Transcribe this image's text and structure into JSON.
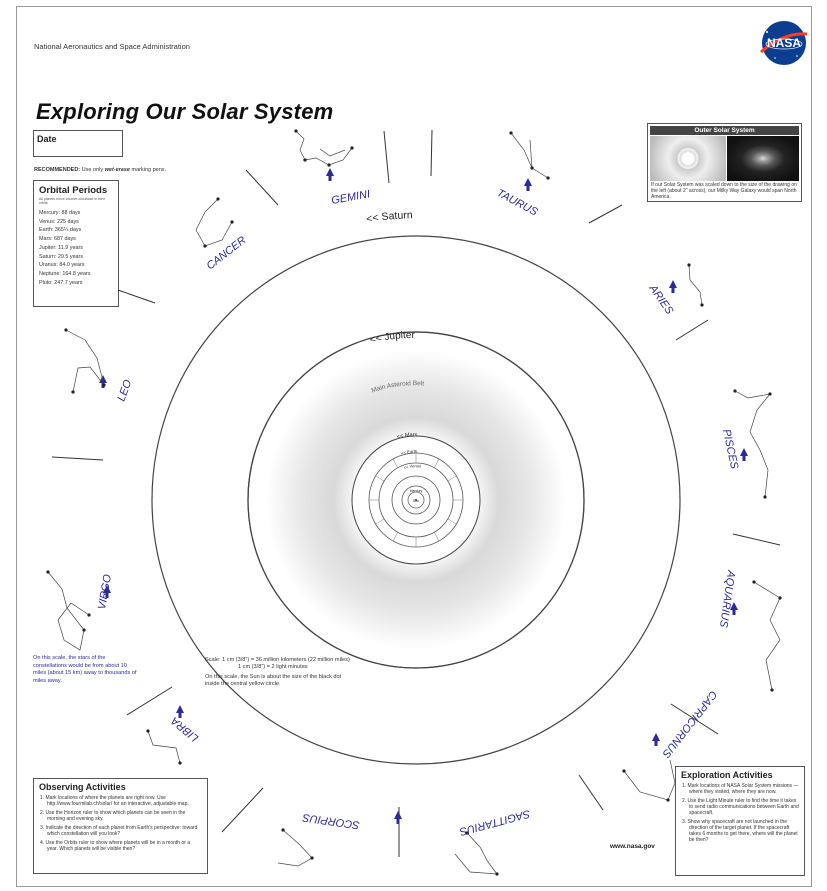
{
  "header": {
    "agency": "National Aeronautics and Space Administration",
    "logo_text": "NASA",
    "title": "Exploring Our Solar System"
  },
  "date_label": "Date",
  "recommended": {
    "label": "RECOMMENDED:",
    "text_before": "Use only",
    "emphasis": "wet-erase",
    "text_after": "marking pens."
  },
  "orbital_periods": {
    "title": "Orbital Periods",
    "note": "All planets move counter-clockwise in their orbits.",
    "rows": [
      "Mercury: 88 days",
      "Venus: 225 days",
      "Earth: 365¼ days",
      "Mars: 687 days",
      "Jupiter: 11.9 years",
      "Saturn: 29.5 years",
      "Uranus: 84.0 years",
      "Neptune: 164.8 years",
      "Pluto: 247.7 years"
    ]
  },
  "outer_solar_system": {
    "title": "Outer Solar System",
    "caption": "If our Solar System was scaled down to the size of the drawing on the left (about 2\" across), our Milky Way Galaxy would span North America."
  },
  "orbits": {
    "saturn": "<< Saturn",
    "jupiter": "<< Jupiter",
    "asteroid_belt": "Main Asteroid Belt",
    "mars": "<< Mars",
    "earth": "<< Earth",
    "venus": "<< Venus",
    "mercury": "Mercury",
    "sun": "Sun"
  },
  "zodiac": [
    {
      "name": "GEMINI"
    },
    {
      "name": "TAURUS"
    },
    {
      "name": "ARIES"
    },
    {
      "name": "PISCES"
    },
    {
      "name": "AQUARIUS"
    },
    {
      "name": "CAPRICORNUS"
    },
    {
      "name": "SAGITTARIUS"
    },
    {
      "name": "SCORPIUS"
    },
    {
      "name": "LIBRA"
    },
    {
      "name": "VIRGO"
    },
    {
      "name": "LEO"
    },
    {
      "name": "CANCER"
    }
  ],
  "scale_note": {
    "line1": "Scale: 1 cm (3/8\") = 36 million kilometers (22 million miles)",
    "line2": "1 cm (3/8\") = 2 light minutes",
    "line3": "On this scale, the Sun is about the size of the black dot",
    "line4": "inside the central yellow circle."
  },
  "stars_note": "On this scale, the stars of the constellations would be from about 10 miles (about 15 km) away to thousands of miles away.",
  "observing": {
    "title": "Observing Activities",
    "items": [
      "1. Mark locations of where the planets are right now. Use http://www.fourmilab.ch/solar/ for an interactive, adjustable map.",
      "2. Use the Horizon ruler to show which planets can be seen in the morning and evening sky.",
      "3. Indicate the direction of each planet from Earth's perspective: toward which constellation will you look?",
      "4. Use the Orbits ruler to show where planets will be in a month or a year. Which planets will be visible then?"
    ]
  },
  "exploration": {
    "title": "Exploration Activities",
    "items": [
      "1. Mark locations of NASA Solar System missions — where they visited, where they are now.",
      "2. Use the Light Minute ruler to find the time it takes to send radio communications between Earth and spacecraft.",
      "3. Show why spacecraft are not launched in the direction of the target planet. If the spacecraft takes 6 months to get there, where will the planet be then?"
    ]
  },
  "footer_url": "www.nasa.gov",
  "colors": {
    "zodiac_label": "#2a2a9a",
    "arrow": "#2a2a9a",
    "nasa_blue": "#0b3d91",
    "nasa_red": "#fc3d21"
  }
}
